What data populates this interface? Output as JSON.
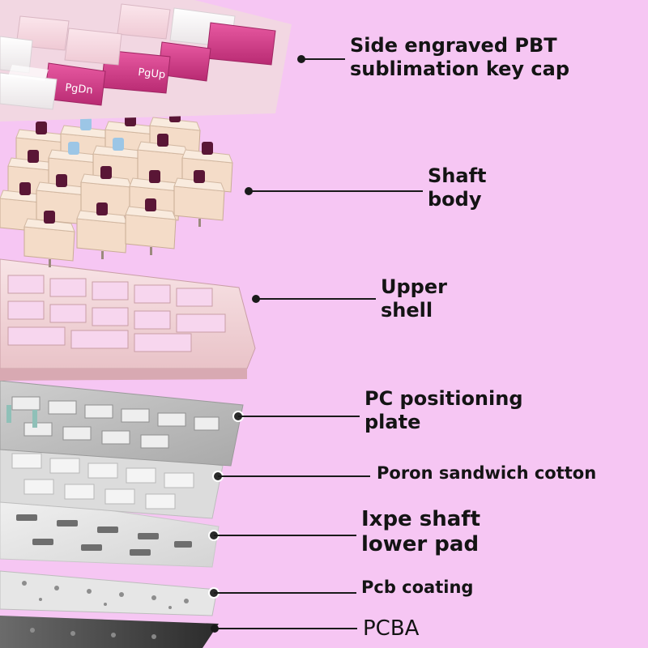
{
  "layers": [
    {
      "id": "keycap",
      "lines": [
        "Side engraved PBT",
        "sublimation key cap"
      ]
    },
    {
      "id": "switch",
      "lines": [
        "Shaft",
        "body"
      ]
    },
    {
      "id": "upper-shell",
      "lines": [
        "Upper",
        "shell"
      ]
    },
    {
      "id": "pc-plate",
      "lines": [
        "PC positioning",
        "plate"
      ]
    },
    {
      "id": "poron",
      "lines": [
        "Poron sandwich cotton"
      ]
    },
    {
      "id": "ixpe",
      "lines": [
        "Ixpe shaft",
        "lower pad"
      ]
    },
    {
      "id": "pcb-coating",
      "lines": [
        "Pcb coating"
      ]
    },
    {
      "id": "pcba",
      "lines": [
        "PCBA"
      ]
    }
  ],
  "keycap_legends": [
    "PgUp",
    "PgDn"
  ],
  "colors": {
    "background": "#f6c6f3",
    "accent_magenta": "#d6418e",
    "switch_housing": "#f4dcc8",
    "switch_stem_dark": "#5a1636",
    "switch_stem_blue": "#9cc6e6",
    "shell_pink": "#f3d6da",
    "plate_gray": "#d8d8d8",
    "pcb_dark": "#3a3a3a",
    "text": "#141414"
  }
}
